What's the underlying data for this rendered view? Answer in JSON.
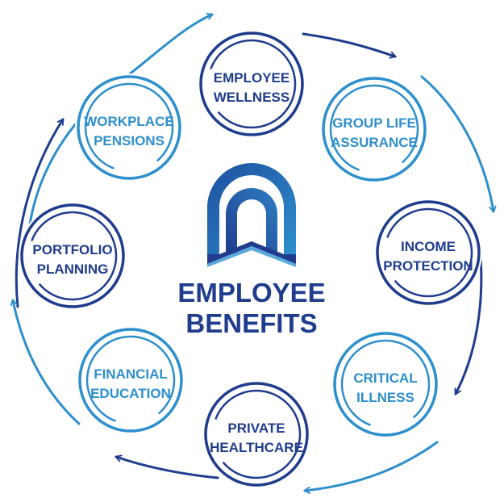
{
  "colors": {
    "dark_blue": "#1f3c8d",
    "light_blue": "#2d8fcc",
    "background": "#ffffff"
  },
  "center": {
    "logo": "arch-logo-icon",
    "title_line1": "EMPLOYEE",
    "title_line2": "BENEFITS"
  },
  "nodes": [
    {
      "id": "employee-wellness",
      "line1": "EMPLOYEE",
      "line2": "WELLNESS",
      "color": "#1f3c8d"
    },
    {
      "id": "group-life-assurance",
      "line1": "GROUP LIFE",
      "line2": "ASSURANCE",
      "color": "#2d8fcc"
    },
    {
      "id": "income-protection",
      "line1": "INCOME",
      "line2": "PROTECTION",
      "color": "#1f3c8d"
    },
    {
      "id": "critical-illness",
      "line1": "CRITICAL",
      "line2": "ILLNESS",
      "color": "#2d8fcc"
    },
    {
      "id": "private-healthcare",
      "line1": "PRIVATE",
      "line2": "HEALTHCARE",
      "color": "#1f3c8d"
    },
    {
      "id": "financial-education",
      "line1": "FINANCIAL",
      "line2": "EDUCATION",
      "color": "#2d8fcc"
    },
    {
      "id": "portfolio-planning",
      "line1": "PORTFOLIO",
      "line2": "PLANNING",
      "color": "#1f3c8d"
    },
    {
      "id": "workplace-pensions",
      "line1": "WORKPLACE",
      "line2": "PENSIONS",
      "color": "#2d8fcc"
    }
  ]
}
